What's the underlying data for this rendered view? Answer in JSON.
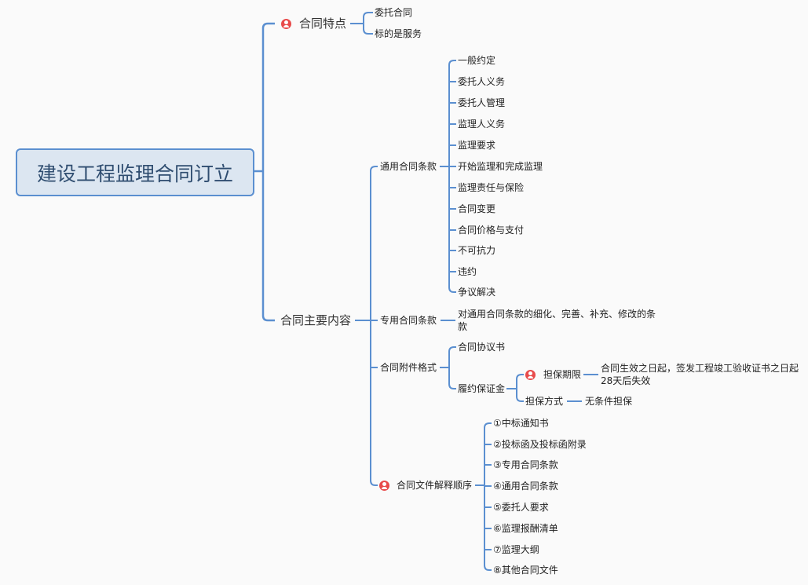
{
  "root": "建设工程监理合同订立",
  "features": {
    "label": "合同特点",
    "icon": "person-marker-icon",
    "children": [
      "委托合同",
      "标的是服务"
    ]
  },
  "content": {
    "label": "合同主要内容",
    "general": {
      "label": "通用合同条款",
      "children": [
        "一般约定",
        "委托人义务",
        "委托人管理",
        "监理人义务",
        "监理要求",
        "开始监理和完成监理",
        "监理责任与保险",
        "合同变更",
        "合同价格与支付",
        "不可抗力",
        "违约",
        "争议解决"
      ]
    },
    "special": {
      "label": "专用合同条款",
      "child": "对通用合同条款的细化、完善、补充、修改的条款"
    },
    "annex": {
      "label": "合同附件格式",
      "agreement": "合同协议书",
      "bond": {
        "label": "履约保证金",
        "period": {
          "label": "担保期限",
          "value": "合同生效之日起，签发工程竣工验收证书之日起28天后失效"
        },
        "method": {
          "label": "担保方式",
          "value": "无条件担保"
        }
      }
    },
    "order": {
      "label": "合同文件解释顺序",
      "children": [
        "①中标通知书",
        "②投标函及投标函附录",
        "③专用合同条款",
        "④通用合同条款",
        "⑤委托人要求",
        "⑥监理报酬清单",
        "⑦监理大纲",
        "⑧其他合同文件"
      ]
    }
  },
  "colors": {
    "line": "#5b8fd0",
    "marker": "#e84b4b",
    "root_bg": "#dce6f1"
  }
}
